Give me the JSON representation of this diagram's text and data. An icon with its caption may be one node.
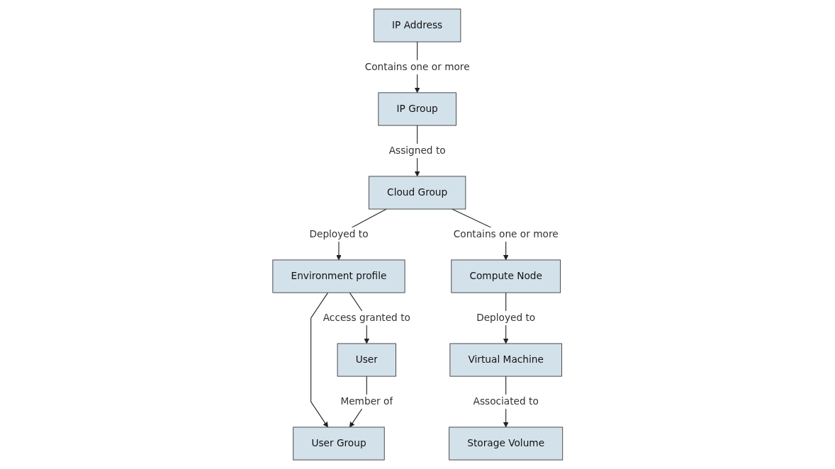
{
  "diagram": {
    "nodes": [
      {
        "text": [
          "IP Group"
        ]
      },
      {
        "text": [
          "Cloud Group"
        ]
      },
      {
        "text": [
          "Environment profile"
        ]
      },
      {
        "text": [
          "IP Address"
        ]
      },
      {
        "text": [
          "Compute Node"
        ]
      },
      {
        "text": [
          "Virtual Machine"
        ]
      },
      {
        "text": [
          "Storage Volume"
        ]
      },
      {
        "text": [
          "User"
        ]
      },
      {
        "text": [
          "User Group"
        ]
      }
    ],
    "edges": [
      {
        "from": 0,
        "to": 1,
        "arrow": "to",
        "label": "Assigned to"
      },
      {
        "from": 1,
        "to": 2,
        "arrow": "to",
        "label": "Deployed to"
      },
      {
        "from": 3,
        "to": 0,
        "arrow": "to",
        "label": "Contains one or more"
      },
      {
        "from": 1,
        "to": 4,
        "arrow": "to",
        "label": "Contains one or more"
      },
      {
        "from": 4,
        "to": 5,
        "arrow": "to",
        "label": "Deployed to"
      },
      {
        "from": 5,
        "to": 6,
        "arrow": "to",
        "label": "Associated to"
      },
      {
        "from": 2,
        "to": 7,
        "arrow": "to",
        "label": "Access granted to"
      },
      {
        "from": 2,
        "to": 8,
        "arrow": "to"
      },
      {
        "from": 7,
        "to": 8,
        "arrow": "to",
        "label": "Member of"
      }
    ]
  }
}
